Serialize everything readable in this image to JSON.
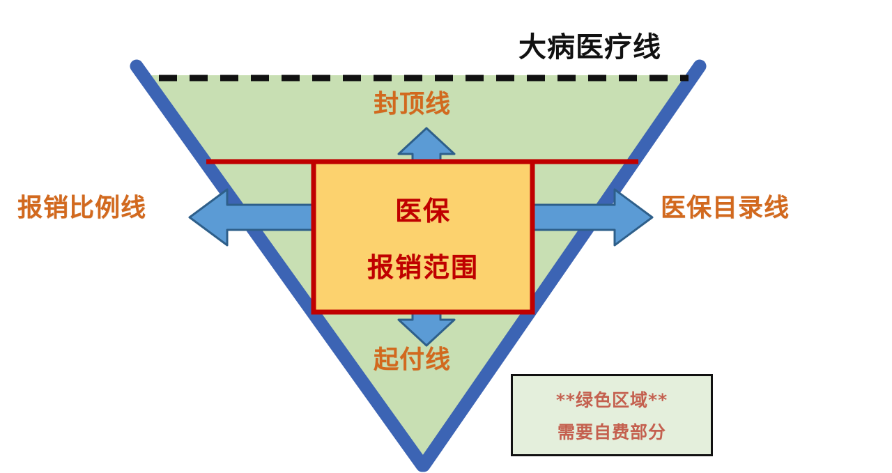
{
  "diagram": {
    "title_label": "大病医疗线",
    "ceiling_label": "封顶线",
    "deductible_label": "起付线",
    "ratio_label": "报销比例线",
    "catalog_label": "医保目录线",
    "center_box": {
      "line1": "医保",
      "line2": "报销范围"
    },
    "legend": {
      "line1": "**绿色区域**",
      "line2": "需要自费部分"
    },
    "colors": {
      "triangle_edge_blue": "#3C64B4",
      "triangle_fill_green": "#C8DFB3",
      "center_box_fill": "#FCD26E",
      "center_box_border": "#C00000",
      "red_line": "#C00000",
      "arrow_fill": "#5B9BD5",
      "arrow_stroke": "#2E5F8A",
      "label_orange": "#D2691E",
      "title_black": "#111111",
      "legend_fill": "#E4EFDC",
      "legend_border": "#111111",
      "legend_text": "#C4604F",
      "dashed_line": "#111111"
    }
  }
}
